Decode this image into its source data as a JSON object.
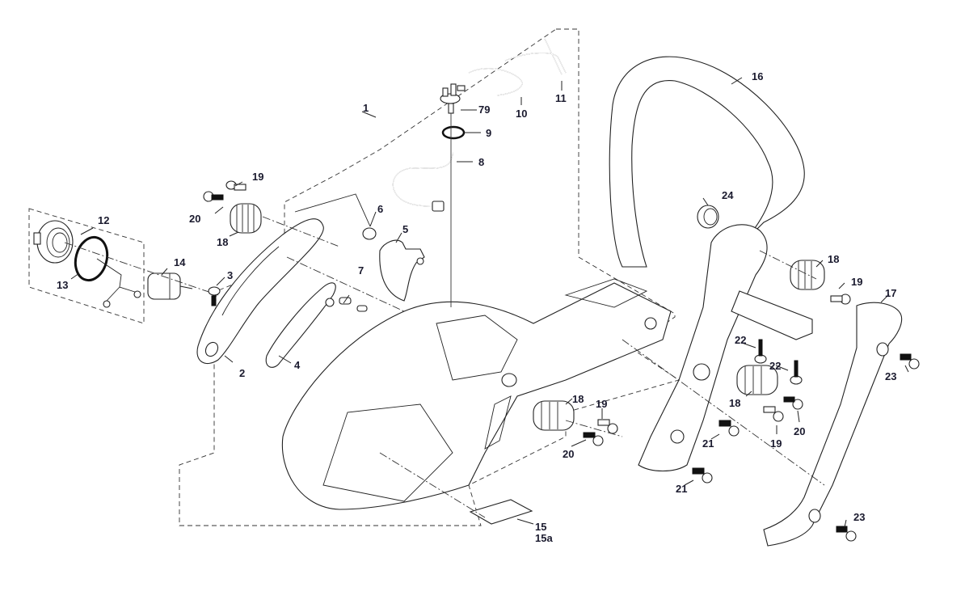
{
  "diagram": {
    "type": "exploded-parts-diagram",
    "subject": "chainsaw rear handle / fuel tank housing assembly",
    "callouts": [
      {
        "id": "c1",
        "label": "1",
        "part": "housing-assembly-group"
      },
      {
        "id": "c2",
        "label": "2",
        "part": "handle-cover"
      },
      {
        "id": "c3",
        "label": "3",
        "part": "screw"
      },
      {
        "id": "c4",
        "label": "4",
        "part": "throttle-trigger"
      },
      {
        "id": "c5",
        "label": "5",
        "part": "throttle-lockout"
      },
      {
        "id": "c6",
        "label": "6",
        "part": "torsion-spring"
      },
      {
        "id": "c7",
        "label": "7",
        "part": "pins"
      },
      {
        "id": "c8",
        "label": "8",
        "part": "fuel-hose"
      },
      {
        "id": "c9",
        "label": "9",
        "part": "o-ring"
      },
      {
        "id": "c10",
        "label": "10",
        "part": "hose"
      },
      {
        "id": "c11",
        "label": "11",
        "part": "hose"
      },
      {
        "id": "c12",
        "label": "12",
        "part": "fuel-cap"
      },
      {
        "id": "c13",
        "label": "13",
        "part": "cap-seal-ring"
      },
      {
        "id": "c14",
        "label": "14",
        "part": "fuel-filter"
      },
      {
        "id": "c15",
        "label": "15",
        "part": "label"
      },
      {
        "id": "c15a",
        "label": "15a",
        "part": "label"
      },
      {
        "id": "c16",
        "label": "16",
        "part": "front-handle"
      },
      {
        "id": "c17",
        "label": "17",
        "part": "hand-guard-bracket"
      },
      {
        "id": "c18a",
        "label": "18",
        "part": "av-spring"
      },
      {
        "id": "c18b",
        "label": "18",
        "part": "av-spring"
      },
      {
        "id": "c18c",
        "label": "18",
        "part": "av-spring"
      },
      {
        "id": "c18d",
        "label": "18",
        "part": "av-spring"
      },
      {
        "id": "c19a",
        "label": "19",
        "part": "screw"
      },
      {
        "id": "c19b",
        "label": "19",
        "part": "screw"
      },
      {
        "id": "c19c",
        "label": "19",
        "part": "screw"
      },
      {
        "id": "c19d",
        "label": "19",
        "part": "screw"
      },
      {
        "id": "c20a",
        "label": "20",
        "part": "screw"
      },
      {
        "id": "c20b",
        "label": "20",
        "part": "screw"
      },
      {
        "id": "c20c",
        "label": "20",
        "part": "screw"
      },
      {
        "id": "c21a",
        "label": "21",
        "part": "screw"
      },
      {
        "id": "c21b",
        "label": "21",
        "part": "screw"
      },
      {
        "id": "c22a",
        "label": "22",
        "part": "screw"
      },
      {
        "id": "c22b",
        "label": "22",
        "part": "screw"
      },
      {
        "id": "c23a",
        "label": "23",
        "part": "screw"
      },
      {
        "id": "c23b",
        "label": "23",
        "part": "screw"
      },
      {
        "id": "c24",
        "label": "24",
        "part": "grommet"
      },
      {
        "id": "c79",
        "label": "79",
        "part": "tank-vent-valve"
      }
    ]
  }
}
